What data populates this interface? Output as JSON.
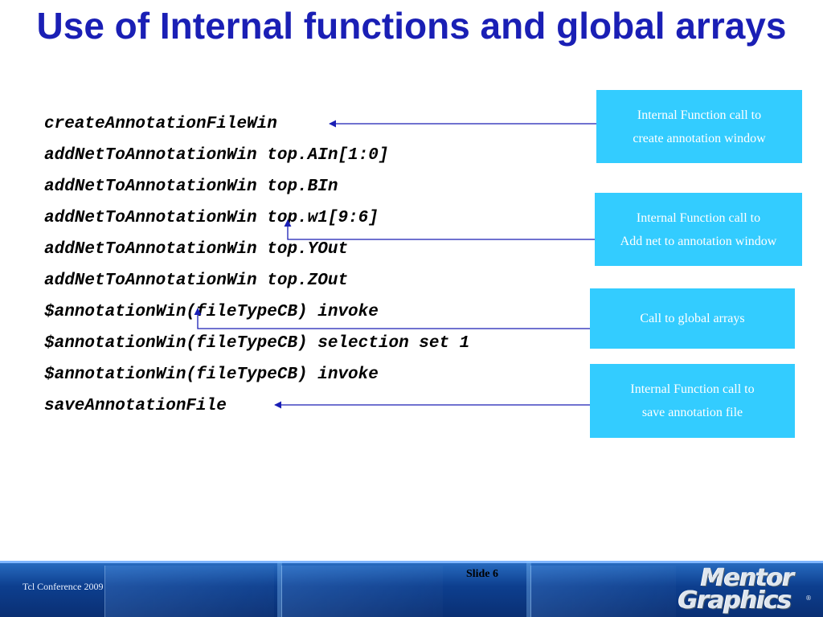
{
  "title": "Use of Internal functions and global arrays",
  "code_lines": [
    "createAnnotationFileWin",
    "addNetToAnnotationWin top.AIn[1:0]",
    "addNetToAnnotationWin top.BIn",
    "addNetToAnnotationWin top.w1[9:6]",
    "addNetToAnnotationWin top.YOut",
    "addNetToAnnotationWin top.ZOut",
    "$annotationWin(fileTypeCB) invoke",
    "$annotationWin(fileTypeCB) selection set 1",
    "$annotationWin(fileTypeCB) invoke",
    "saveAnnotationFile"
  ],
  "callouts": [
    {
      "line1": "Internal Function call to",
      "line2": "create annotation window"
    },
    {
      "line1": "Internal Function call to",
      "line2": "Add net to annotation window"
    },
    {
      "line1": "Call to global arrays",
      "line2": ""
    },
    {
      "line1": "Internal Function call to",
      "line2": "save annotation file"
    }
  ],
  "colors": {
    "title": "#1a1fb5",
    "callout_bg": "#33ccff",
    "arrow": "#1a1fb5",
    "footer": "#0d3f8f"
  },
  "footer": {
    "conference": "Tcl Conference 2009",
    "slide_label": "Slide 6",
    "logo_line1": "Mentor",
    "logo_line2": "Graphics",
    "logo_mark": "®"
  }
}
